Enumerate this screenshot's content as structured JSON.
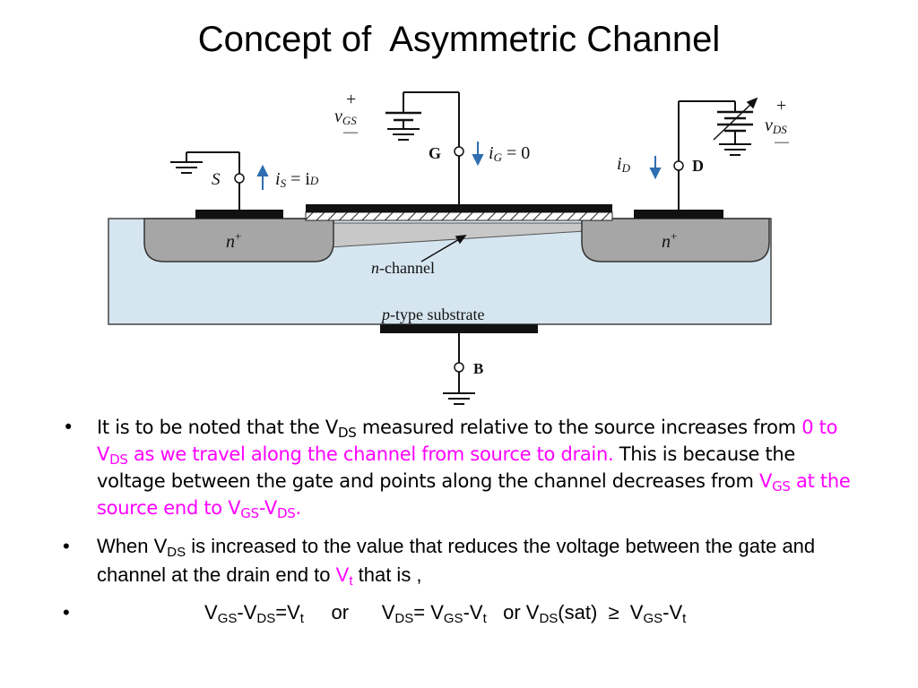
{
  "title": "Concept of  Asymmetric Channel",
  "diagram": {
    "v_gs": "v",
    "v_gs_sub": "GS",
    "plus": "+",
    "minus": "—",
    "v_ds": "v",
    "v_ds_sub": "DS",
    "g_label": "G",
    "i_g_text": "i",
    "i_g_sub": "G",
    "i_g_eq": " = 0",
    "s_label": "S",
    "i_s_text": "i",
    "i_s_sub": "S",
    "i_s_eq": " = i",
    "i_s_eq_sub": "D",
    "i_d_text": "i",
    "i_d_sub": "D",
    "d_label": "D",
    "n_plus": "n",
    "n_plus_sup": "+",
    "n_channel_n": "n",
    "n_channel_rest": "-channel",
    "p_type_p": "p",
    "p_type_rest": "-type  substrate",
    "b_label": "B"
  },
  "bullets": {
    "dot": "•",
    "b1_p1": "It is to be noted that the V",
    "b1_p1_sub": "DS",
    "b1_p2": " measured relative to the source increases from ",
    "b1_m1": "0 to V",
    "b1_m1_sub": "DS",
    "b1_m2": " as we travel along the channel from source to drain.",
    "b1_p3": " This is because the voltage between the gate and points along the channel decreases from ",
    "b1_m3": "V",
    "b1_m3_sub": "GS",
    "b1_m4": " at the source end to   V",
    "b1_m4_sub": "GS",
    "b1_m5": "-V",
    "b1_m5_sub": "DS",
    "b1_m6": ".",
    "b2_p1": "When V",
    "b2_p1_sub": "DS",
    "b2_p2": " is increased to the value that reduces the voltage between the gate and channel at the drain end to ",
    "b2_m1": "V",
    "b2_m1_sub": "t",
    "b2_p3": " that is ,",
    "eq_1": "V",
    "eq_1_sub": "GS",
    "eq_2": "-V",
    "eq_2_sub": "DS",
    "eq_3": "=V",
    "eq_3_sub": "t",
    "eq_4": "     or      V",
    "eq_4_sub": "DS",
    "eq_5": "= V",
    "eq_5_sub": "GS",
    "eq_6": "-V",
    "eq_6_sub": "t",
    "eq_7": "   or V",
    "eq_7_sub": "DS",
    "eq_8": "(sat)  ≥  V",
    "eq_8_sub": "GS",
    "eq_9": "-V",
    "eq_9_sub": "t"
  },
  "colors": {
    "highlight": "#ff00ff",
    "substrate": "#d6e6f0",
    "n_region": "#a6a6a6",
    "arrow_blue": "#2f6fb0"
  }
}
